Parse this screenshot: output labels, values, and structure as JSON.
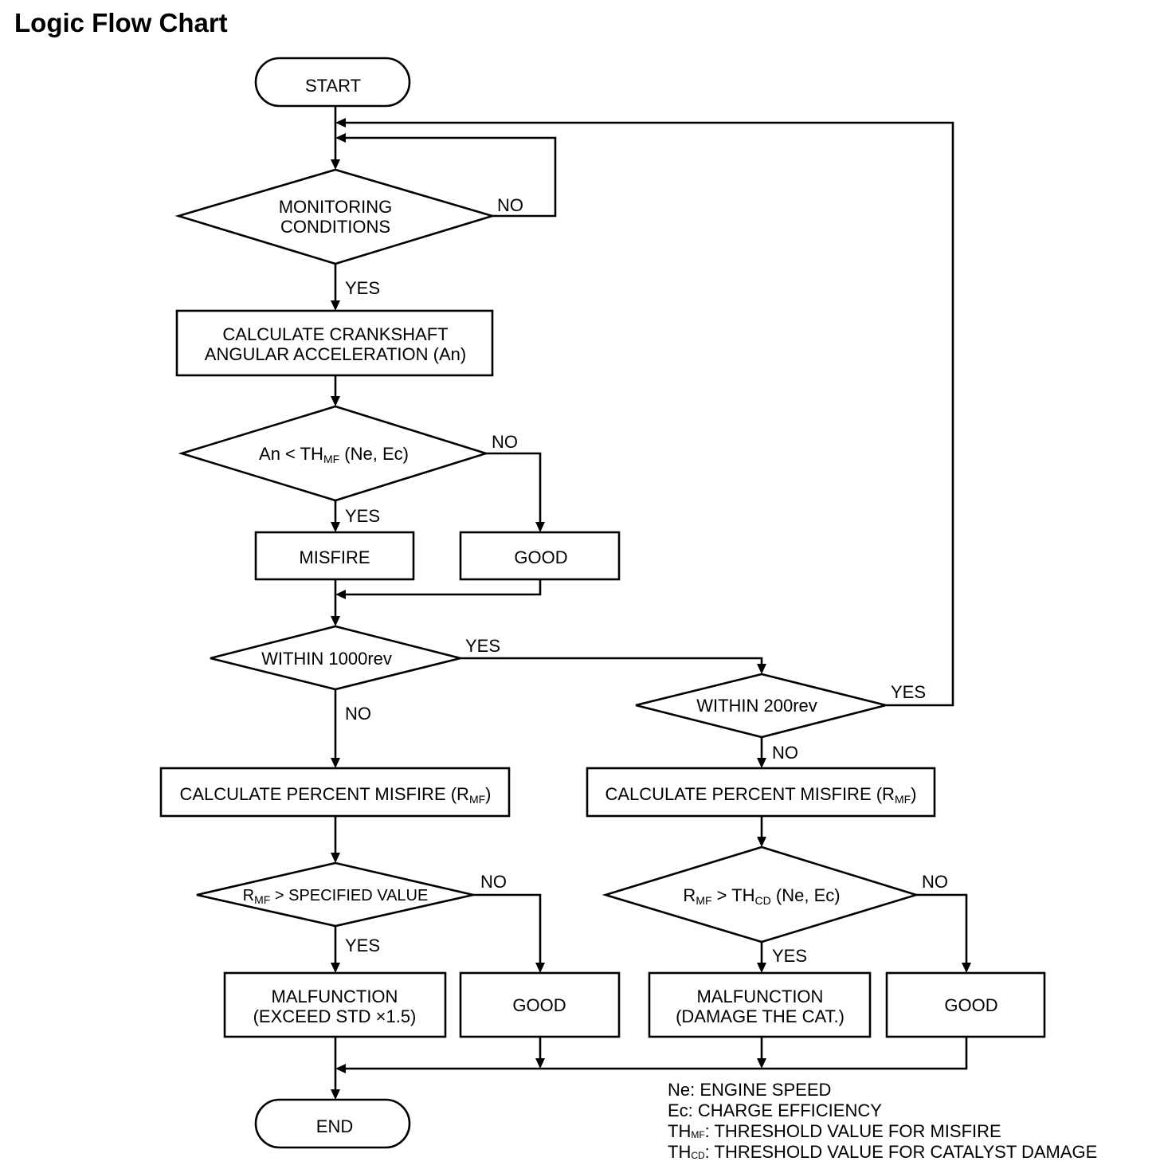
{
  "title": "Logic Flow Chart",
  "nodes": {
    "start": "START",
    "monitoring_1": "MONITORING",
    "monitoring_2": "CONDITIONS",
    "calc_an_1": "CALCULATE CRANKSHAFT",
    "calc_an_2": "ANGULAR ACCELERATION (An)",
    "cmp_an_pre": "An < TH",
    "cmp_an_sub": "MF",
    "cmp_an_post": " (Ne,  Ec)",
    "misfire": "MISFIRE",
    "good_1": "GOOD",
    "within_1000": "WITHIN 1000rev",
    "within_200": "WITHIN 200rev",
    "calc_pct_pre": "CALCULATE PERCENT MISFIRE (R",
    "calc_pct_sub": "MF",
    "calc_pct_post": ")",
    "cmp_spec_pre": "R",
    "cmp_spec_sub": "MF",
    "cmp_spec_post": " > SPECIFIED VALUE",
    "cmp_cd_pre": "R",
    "cmp_cd_sub1": "MF",
    "cmp_cd_mid": " > TH",
    "cmp_cd_sub2": "CD",
    "cmp_cd_post": " (Ne, Ec)",
    "malf_std_1": "MALFUNCTION",
    "malf_std_2": "(EXCEED STD  ×1.5)",
    "malf_cat_1": "MALFUNCTION",
    "malf_cat_2": "(DAMAGE THE CAT.)",
    "good": "GOOD",
    "end": "END"
  },
  "edge_labels": {
    "yes": "YES",
    "no": "NO"
  },
  "legend": {
    "ne": "Ne: ENGINE SPEED",
    "ec": "Ec: CHARGE EFFICIENCY",
    "thmf_pre": "TH",
    "thmf_sub": "MF",
    "thmf_post": ": THRESHOLD VALUE FOR MISFIRE",
    "thcd_pre": "TH",
    "thcd_sub": "CD",
    "thcd_post": ": THRESHOLD VALUE FOR CATALYST DAMAGE"
  }
}
